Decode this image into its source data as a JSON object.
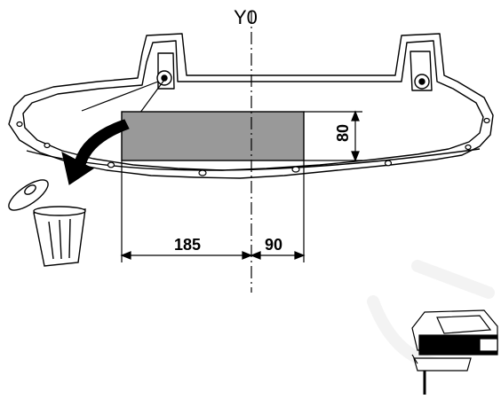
{
  "axis_label": "Y0",
  "dimensions": {
    "left_width": "185",
    "right_width": "90",
    "height": "80"
  },
  "colors": {
    "line": "#000000",
    "cut_area": "#999999",
    "background": "#ffffff"
  },
  "icons": [
    "bumper-outline-icon",
    "cut-area",
    "arrow-icon",
    "trash-bin-icon",
    "jigsaw-icon"
  ]
}
